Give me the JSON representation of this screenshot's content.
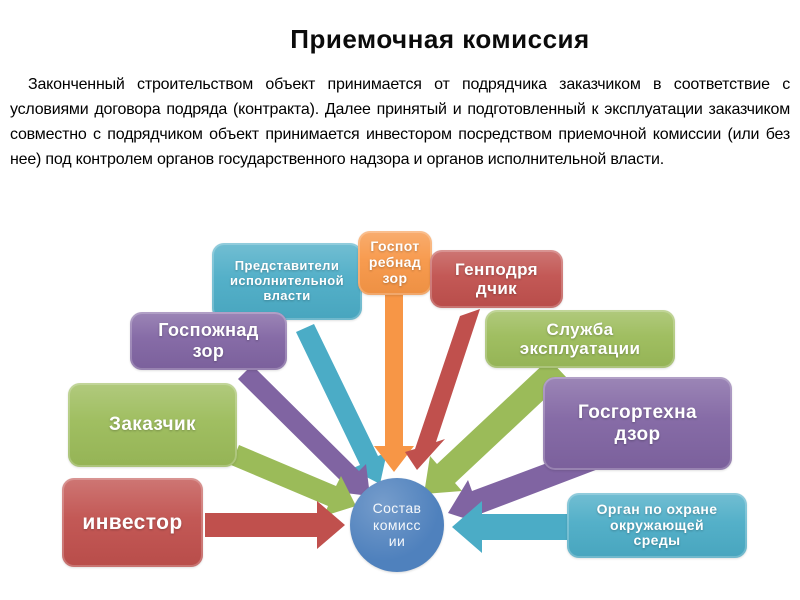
{
  "palette": {
    "blue": "#4F81BD",
    "red": "#C0504D",
    "green": "#9BBB59",
    "purple": "#8064A2",
    "teal": "#4BACC6",
    "orange": "#F79646"
  },
  "slide": {
    "title": "Приемочная комиссия",
    "paragraph": "Законченный строительством объект принимается от подрядчика заказчиком в соответствие с условиями договора подряда (контракта). Далее принятый и подготовленный к эксплуатации заказчиком совместно с подрядчиком объект принимается инвестором посредством приемочной комиссии (или без нее) под контролем органов государственного надзора и органов исполнительной власти."
  },
  "diagram": {
    "center": {
      "label": "Состав\nкомисс\nии",
      "color": "blue"
    },
    "nodes": [
      {
        "id": "predstaviteli",
        "label": "Представители\nисполнительной\nвласти",
        "color": "teal"
      },
      {
        "id": "gospotrebnadzor",
        "label": "Госпот\nребнад\nзор",
        "color": "orange"
      },
      {
        "id": "genpodryadchik",
        "label": "Генподря\nдчик",
        "color": "red"
      },
      {
        "id": "gospozhnadzor",
        "label": "Госпожнад\nзор",
        "color": "purple"
      },
      {
        "id": "sluzhba",
        "label": "Служба\nэксплуатации",
        "color": "green"
      },
      {
        "id": "zakazchik",
        "label": "Заказчик",
        "color": "green"
      },
      {
        "id": "gosgortehnadzor",
        "label": "Госгортехна\nдзор",
        "color": "purple"
      },
      {
        "id": "investor",
        "label": "инвестор",
        "color": "red"
      },
      {
        "id": "organ-ohrany",
        "label": "Орган по охране\nокружающей\nсреды",
        "color": "teal"
      }
    ]
  }
}
